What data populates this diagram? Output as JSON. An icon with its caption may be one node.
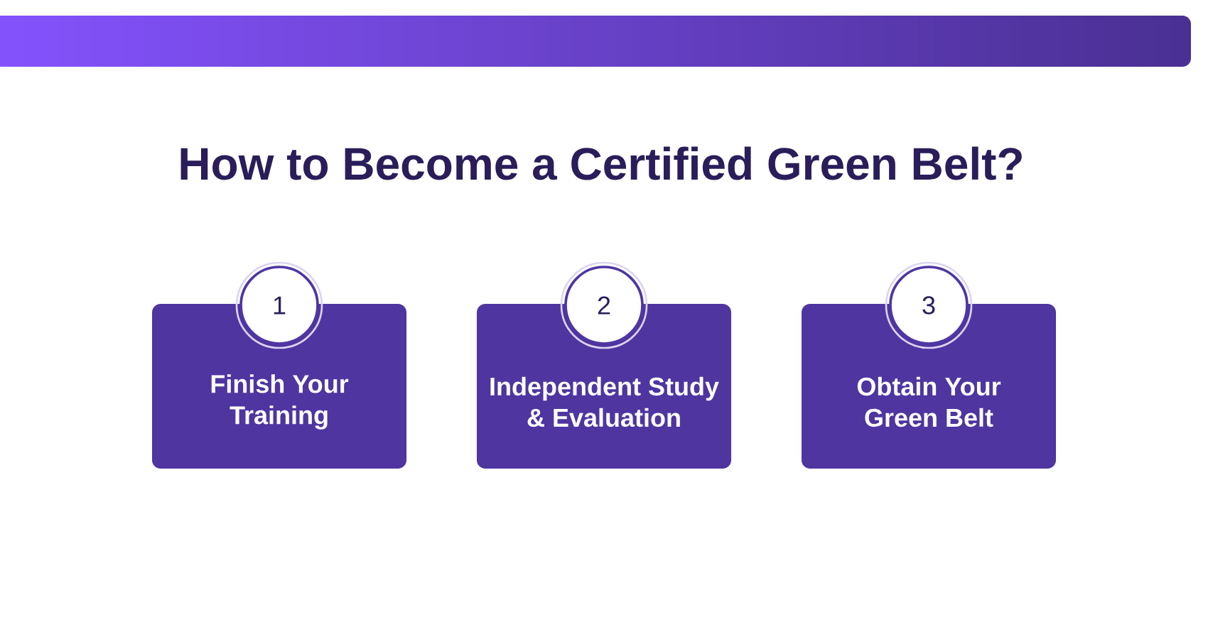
{
  "diagram": {
    "title": "How to Become a Certified Green Belt?",
    "nodes": [
      {
        "text": [
          "1"
        ]
      },
      {
        "text": [
          "Finish Your Training"
        ]
      },
      {
        "text": [
          "2"
        ]
      },
      {
        "text": [
          "Independent Study & Evaluation"
        ]
      },
      {
        "text": [
          "3"
        ]
      },
      {
        "text": [
          "Obtain Your Green Belt"
        ]
      }
    ]
  }
}
